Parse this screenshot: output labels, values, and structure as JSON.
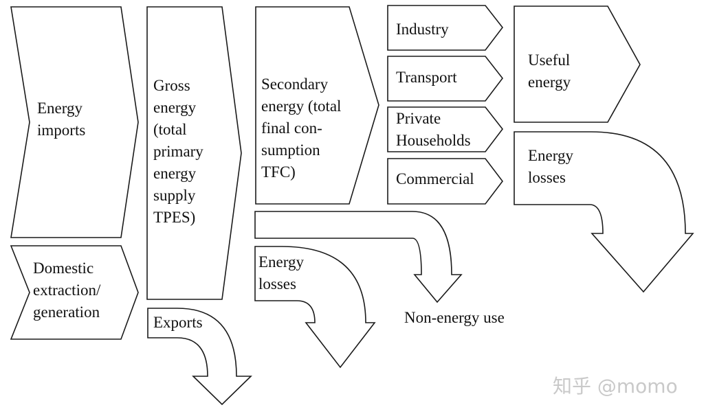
{
  "energy_imports": [
    "Energy",
    "imports"
  ],
  "domestic": [
    "Domestic",
    "extraction/",
    "generation"
  ],
  "gross_energy": [
    "Gross",
    "energy",
    "(total",
    "primary",
    "energy",
    "supply",
    "TPES)"
  ],
  "exports": "Exports",
  "secondary_energy": [
    "Secondary",
    "energy (total",
    "final con-",
    "sumption",
    "TFC)"
  ],
  "energy_losses_1": [
    "Energy",
    "losses"
  ],
  "non_energy_use": "Non-energy use",
  "sectors": {
    "industry": "Industry",
    "transport": "Transport",
    "private_households": [
      "Private",
      "Households"
    ],
    "commercial": "Commercial"
  },
  "useful_energy": [
    "Useful",
    "energy"
  ],
  "energy_losses_2": [
    "Energy",
    "losses"
  ],
  "watermark": "知乎 @momo",
  "colors": {
    "stroke": "#1a1a1a",
    "fill": "#ffffff",
    "text": "#111111",
    "watermark": "#c9c9c9"
  }
}
